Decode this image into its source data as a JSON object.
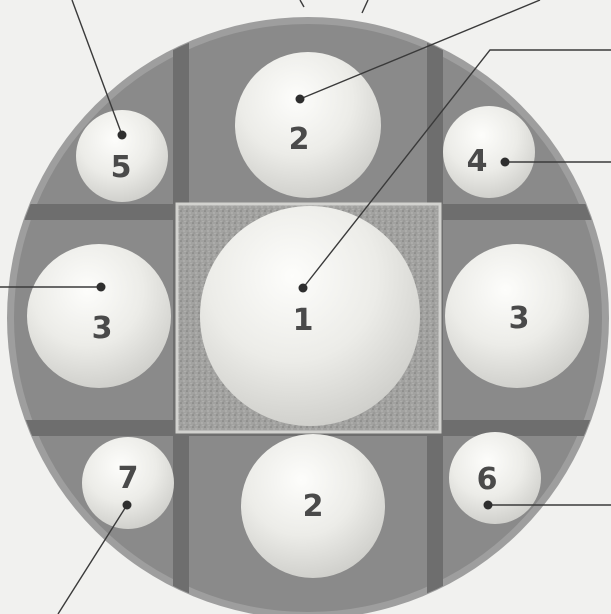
{
  "colors": {
    "background": "#f1f1ef",
    "disc": "#8a8a8a",
    "disc_rim": "#9c9c9c",
    "groove": "#6e6e6e",
    "center_square": "#a6a6a4",
    "sphere_light": "#fbfbf8",
    "sphere_shade": "#d4d4d0",
    "leader_line": "#3a3a3a",
    "label_text": "#4a4a4a"
  },
  "spheres": [
    {
      "id": "center",
      "label": "1"
    },
    {
      "id": "top",
      "label": "2"
    },
    {
      "id": "bottom",
      "label": "2"
    },
    {
      "id": "left",
      "label": "3"
    },
    {
      "id": "right",
      "label": "3"
    },
    {
      "id": "top-right",
      "label": "4"
    },
    {
      "id": "top-left",
      "label": "5"
    },
    {
      "id": "bottom-right",
      "label": "6"
    },
    {
      "id": "bottom-left",
      "label": "7"
    }
  ]
}
